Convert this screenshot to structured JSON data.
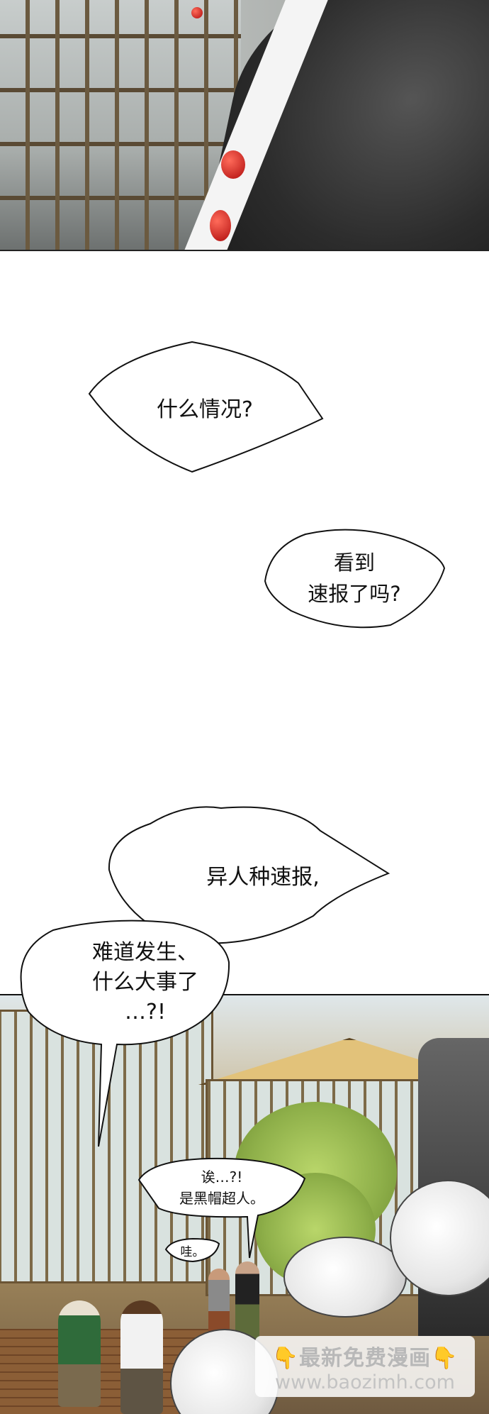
{
  "bubbles": {
    "what_happened": "什么情况?",
    "seen_bulletin": "看到\n速报了吗?",
    "bulletin": "异人种速报,",
    "big_event": "难道发生、\n什么大事了\n…?!",
    "black_hat": "诶…?!\n是黑帽超人。",
    "wow": "哇。"
  },
  "watermark": {
    "line1": "最新免费漫画",
    "line2": "www.baozimh.com",
    "icon": "pointing-down-hand-icon"
  },
  "colors": {
    "bead_red": "#d21a1a",
    "tree_green": "#8fb04a"
  }
}
